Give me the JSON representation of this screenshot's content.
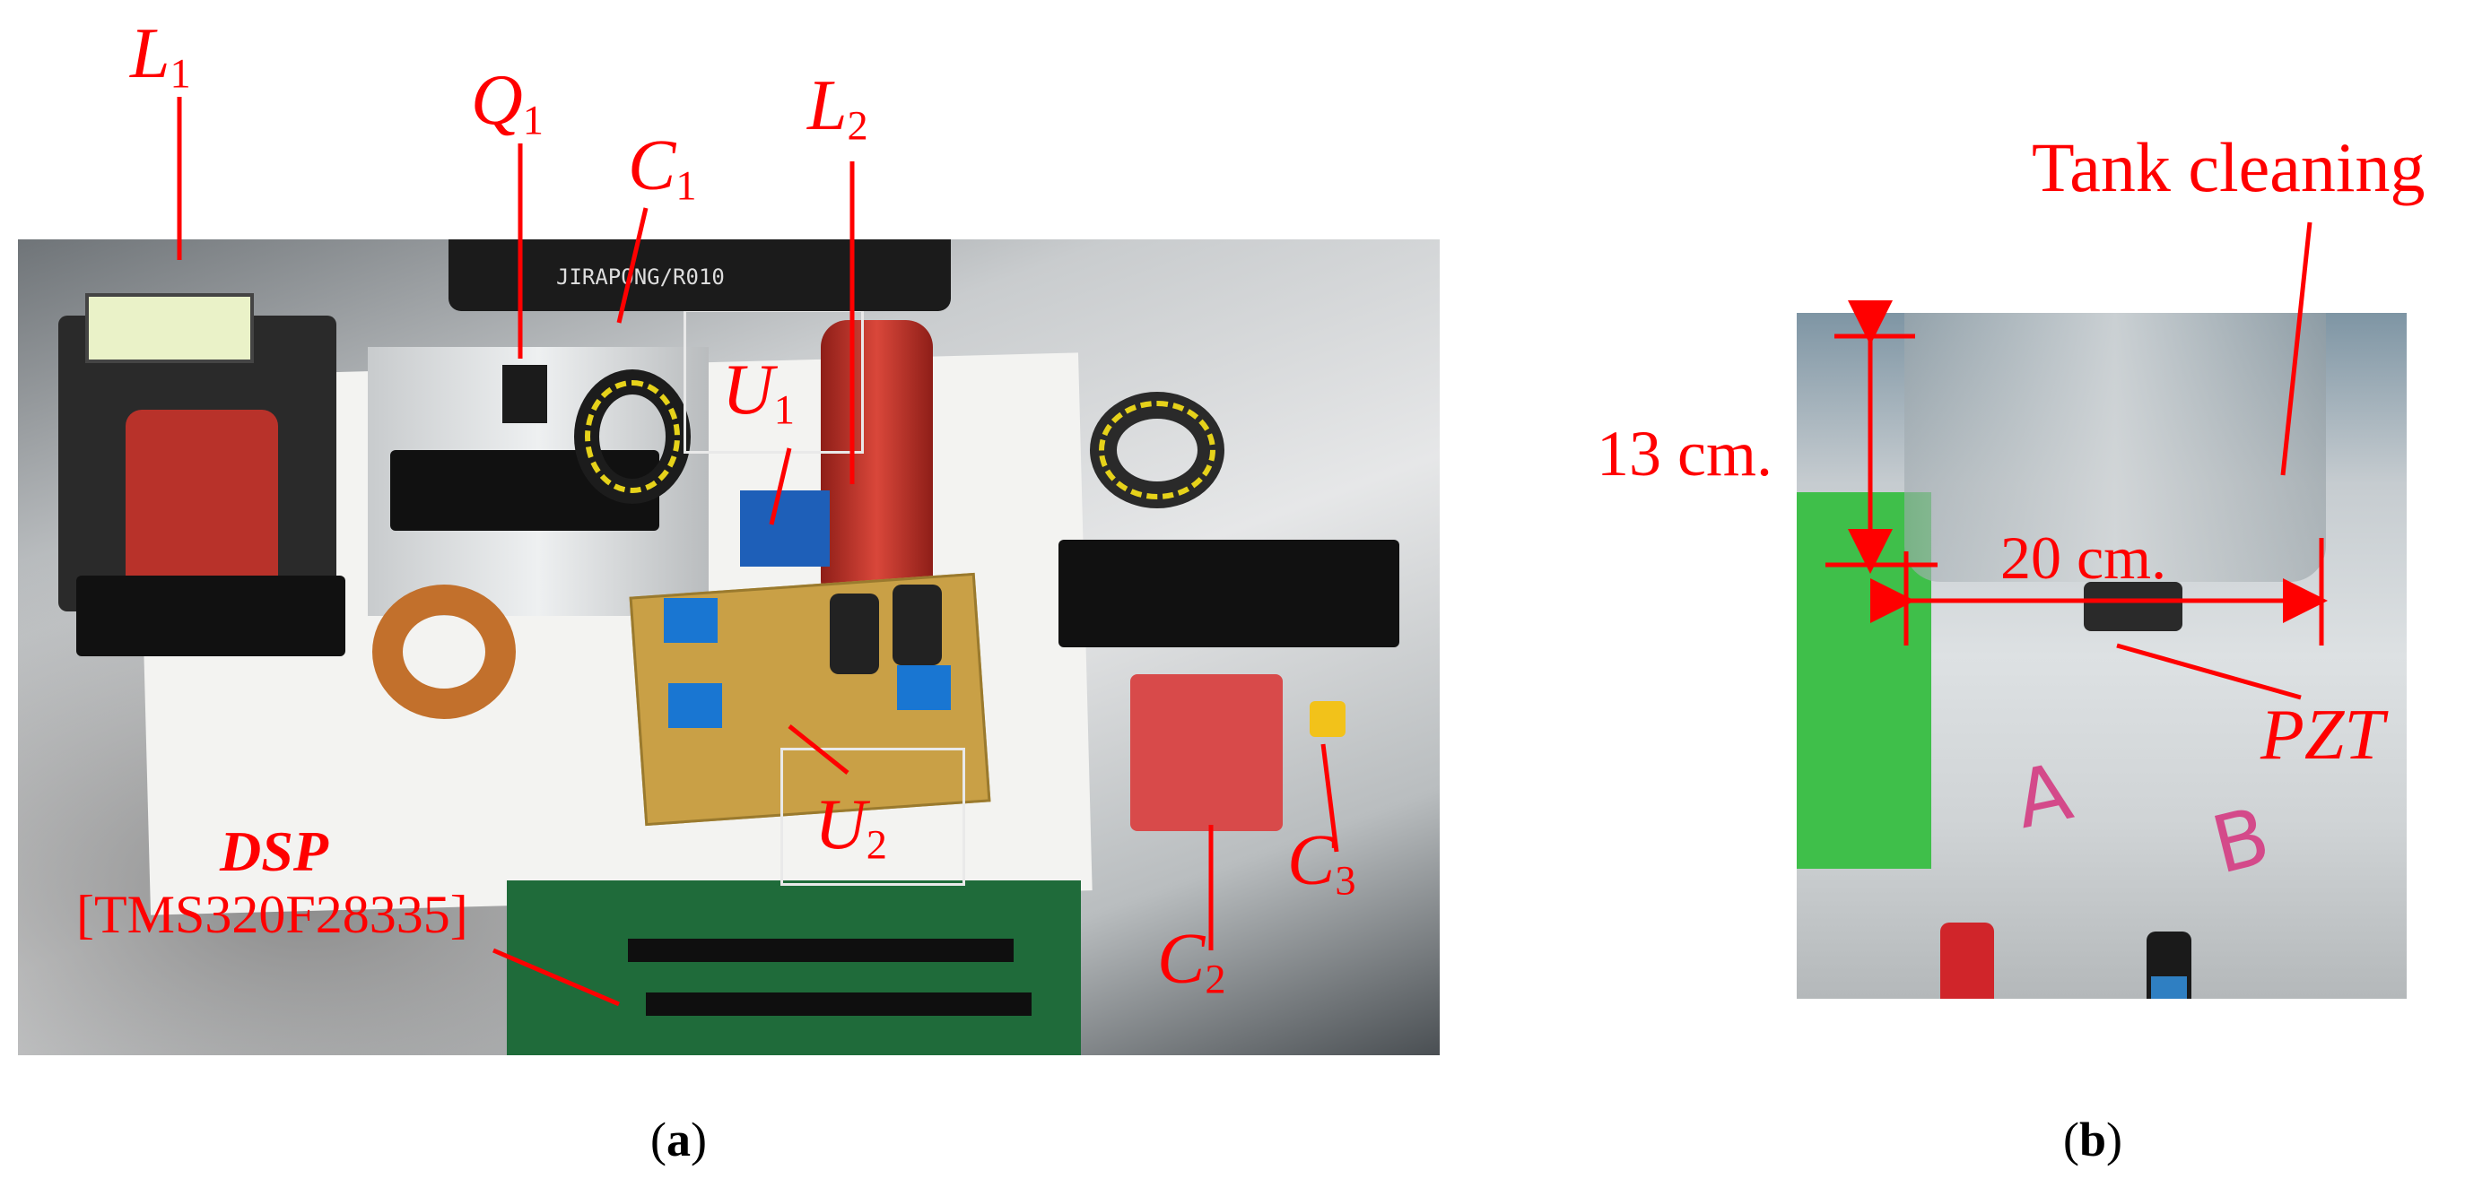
{
  "labels": {
    "L1": {
      "main": "L",
      "sub": "1"
    },
    "Q1": {
      "main": "Q",
      "sub": "1"
    },
    "C1": {
      "main": "C",
      "sub": "1"
    },
    "L2": {
      "main": "L",
      "sub": "2"
    },
    "U1": {
      "main": "U",
      "sub": "1"
    },
    "U2": {
      "main": "U",
      "sub": "2"
    },
    "C2": {
      "main": "C",
      "sub": "2"
    },
    "C3": {
      "main": "C",
      "sub": "3"
    },
    "DSP": "DSP",
    "DSP_model": "[TMS320F28335]",
    "tank": "Tank cleaning",
    "height": "13 cm.",
    "width": "20 cm.",
    "pzt": "PZT",
    "wire_a": "A",
    "wire_b": "B",
    "strip_text": "JIRAPONG/R010"
  },
  "captions": {
    "a": {
      "open": "(",
      "letter": "a",
      "close": ")"
    },
    "b": {
      "open": "(",
      "letter": "b",
      "close": ")"
    }
  },
  "colors": {
    "annotation": "#ff0000",
    "pcb": "#1f6b3a",
    "board": "#c8a04a",
    "inductor": "#c0392b",
    "terminal": "#1a1a1a"
  }
}
